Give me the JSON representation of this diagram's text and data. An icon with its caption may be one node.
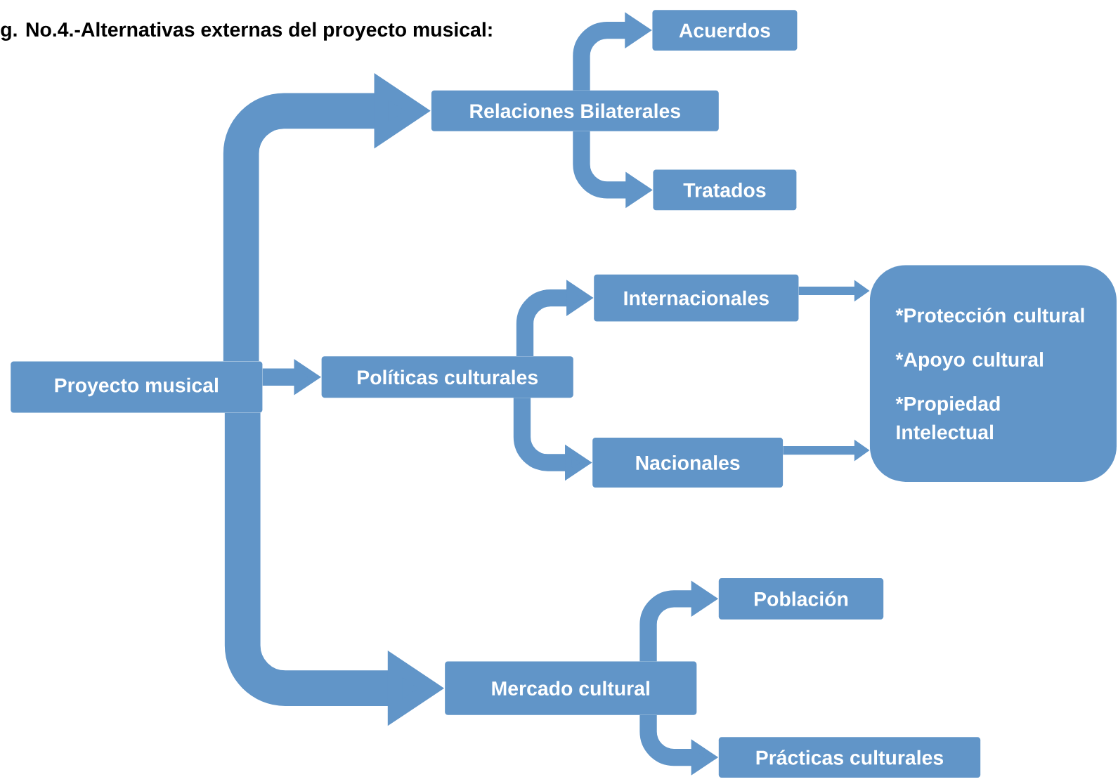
{
  "diagram": {
    "title": "g. No.4.-Alternativas externas del proyecto musical:",
    "nodes": [
      {
        "text": [
          "Proyecto musical"
        ]
      },
      {
        "text": [
          "Relaciones Bilaterales"
        ]
      },
      {
        "text": [
          "Acuerdos"
        ]
      },
      {
        "text": [
          "Tratados"
        ]
      },
      {
        "text": [
          "Políticas culturales"
        ]
      },
      {
        "text": [
          "Internacionales"
        ]
      },
      {
        "text": [
          "Nacionales"
        ]
      },
      {
        "text": [
          "*Protección cultural",
          "*Apoyo cultural",
          "*Propiedad Intelectual"
        ]
      },
      {
        "text": [
          "Mercado cultural"
        ]
      },
      {
        "text": [
          "Población"
        ]
      },
      {
        "text": [
          "Prácticas culturales"
        ]
      }
    ],
    "edges": [
      {
        "from": 0,
        "to": 1,
        "arrow": "to",
        "style": "thick"
      },
      {
        "from": 0,
        "to": 4,
        "arrow": "to"
      },
      {
        "from": 0,
        "to": 8,
        "arrow": "to",
        "style": "thick"
      },
      {
        "from": 1,
        "to": 2,
        "arrow": "to"
      },
      {
        "from": 1,
        "to": 3,
        "arrow": "to"
      },
      {
        "from": 4,
        "to": 5,
        "arrow": "to"
      },
      {
        "from": 4,
        "to": 6,
        "arrow": "to"
      },
      {
        "from": 5,
        "to": 7,
        "arrow": "to"
      },
      {
        "from": 6,
        "to": 7,
        "arrow": "to"
      },
      {
        "from": 8,
        "to": 9,
        "arrow": "to"
      },
      {
        "from": 8,
        "to": 10,
        "arrow": "to"
      }
    ]
  }
}
